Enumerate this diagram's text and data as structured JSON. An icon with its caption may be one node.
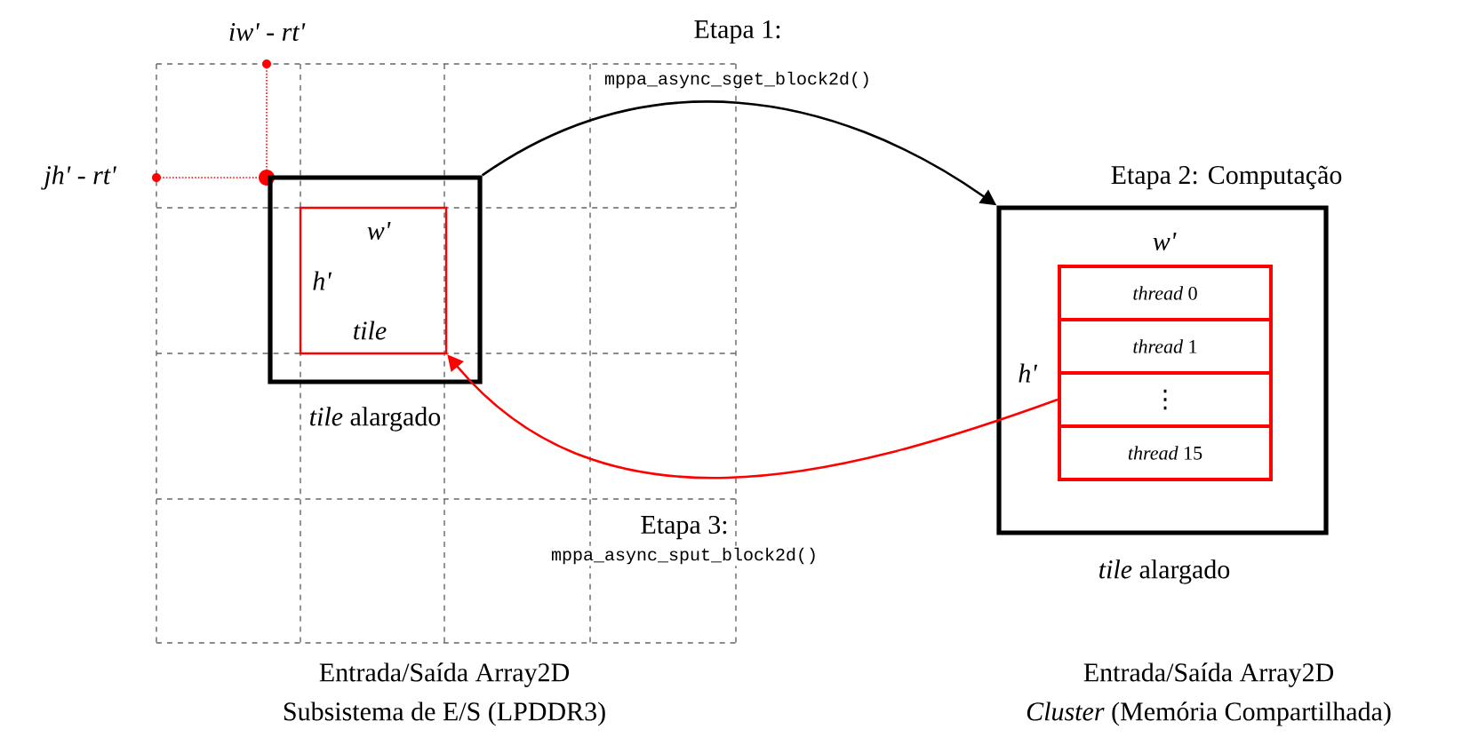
{
  "diagram": {
    "nodes": [
      {
        "text": [],
        "shape": "box",
        "beside": [
          "*tile* alargado"
        ]
      },
      {
        "text": [
          "w'",
          "h'",
          "tile"
        ],
        "in": 0
      },
      {
        "text": [
          "Etapa 2: Computação",
          "w'",
          "h'"
        ],
        "beside": [
          "*tile* alargado"
        ]
      },
      {
        "text": [
          "*thread* 0"
        ],
        "in": 2
      },
      {
        "text": [
          "*thread* 1"
        ],
        "in": 2
      },
      {
        "text": [
          "⋮"
        ],
        "in": 2
      },
      {
        "text": [
          "*thread* 15"
        ],
        "in": 2
      }
    ],
    "edges": [
      {
        "from": 0,
        "to": 2,
        "arrow": "to",
        "label": "Etapa 1:"
      },
      {
        "from": 5,
        "to": 1,
        "arrow": "to",
        "label": "Etapa 3:",
        "color": "#ff0000"
      }
    ],
    "labels": [
      "iw' - rt'",
      "jh' - rt'",
      "mppa_async_sget_block2d()",
      "mppa_async_sput_block2d()",
      "Entrada/Saída Array2D",
      "Subsistema de E/S (LPDDR3)",
      "Entrada/Saída Array2D",
      "*Cluster* (Memória Compartilhada)"
    ]
  }
}
